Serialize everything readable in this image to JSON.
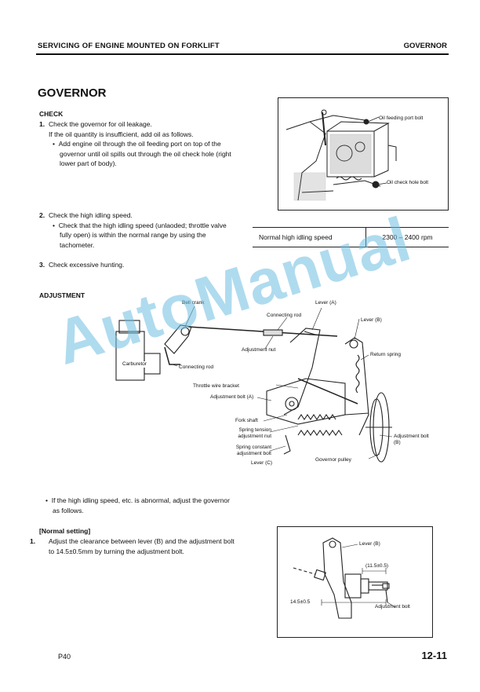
{
  "header": {
    "section": "SERVICING OF ENGINE MOUNTED ON FORKLIFT",
    "topic": "GOVERNOR"
  },
  "title": "GOVERNOR",
  "check": {
    "heading": "CHECK",
    "step1": {
      "num": "1.",
      "text": "Check the governor for oil leakage.",
      "line2": "If the oil quantity is insufficient, add oil as follows.",
      "bullet": "Add engine oil through the oil feeding port on top of the governor until oil spills out through the oil check hole (right lower part of body)."
    },
    "step2": {
      "num": "2.",
      "text": "Check the high idling speed.",
      "bullet": "Check that the high idling speed (unlaoded; throttle valve fully open) is within the normal range by using the tachometer."
    },
    "step3": {
      "num": "3.",
      "text": "Check excessive hunting."
    },
    "figure1": {
      "label_port": "Oil feeding port bolt",
      "label_hole": "Oil check hole bolt"
    },
    "spec": {
      "label": "Normal high idling speed",
      "value": "2300 – 2400 rpm"
    }
  },
  "adjustment": {
    "heading": "ADJUSTMENT",
    "labels": {
      "bell_crank": "Bell crank",
      "lever_a": "Lever (A)",
      "connecting_rod_top": "Connecting rod",
      "lever_b": "Lever (B)",
      "adjustment_nut": "Adjustment nut",
      "carburetor": "Carburetor",
      "connecting_rod_left": "Connecting rod",
      "return_spring": "Return spring",
      "throttle_bracket": "Throttle wire bracket",
      "adj_bolt_a": "Adjustment bolt (A)",
      "fork_shaft": "Fork shaft",
      "spring_tension": "Spring tension adjustment nut",
      "spring_constant": "Spring constant adjustment bolt",
      "lever_c": "Lever (C)",
      "governor_pulley": "Governor pulley",
      "adj_bolt_b": "Adjustment bolt (B)"
    },
    "note": "If the high idling speed, etc. is abnormal, adjust the governor as follows.",
    "normal_setting": {
      "heading": "[Normal setting]",
      "num": "1.",
      "text": "Adjust the clearance between lever (B) and the adjustment bolt to 14.5±0.5mm by turning the adjustment bolt."
    },
    "figure3": {
      "lever_b": "Lever (B)",
      "dim1": "(11.5±0.5)",
      "dim2": "14.5±0.5",
      "adj_bolt": "Adjustment bolt"
    }
  },
  "watermark": "AutoManual",
  "footer": {
    "left": "P40",
    "right": "12-11"
  }
}
